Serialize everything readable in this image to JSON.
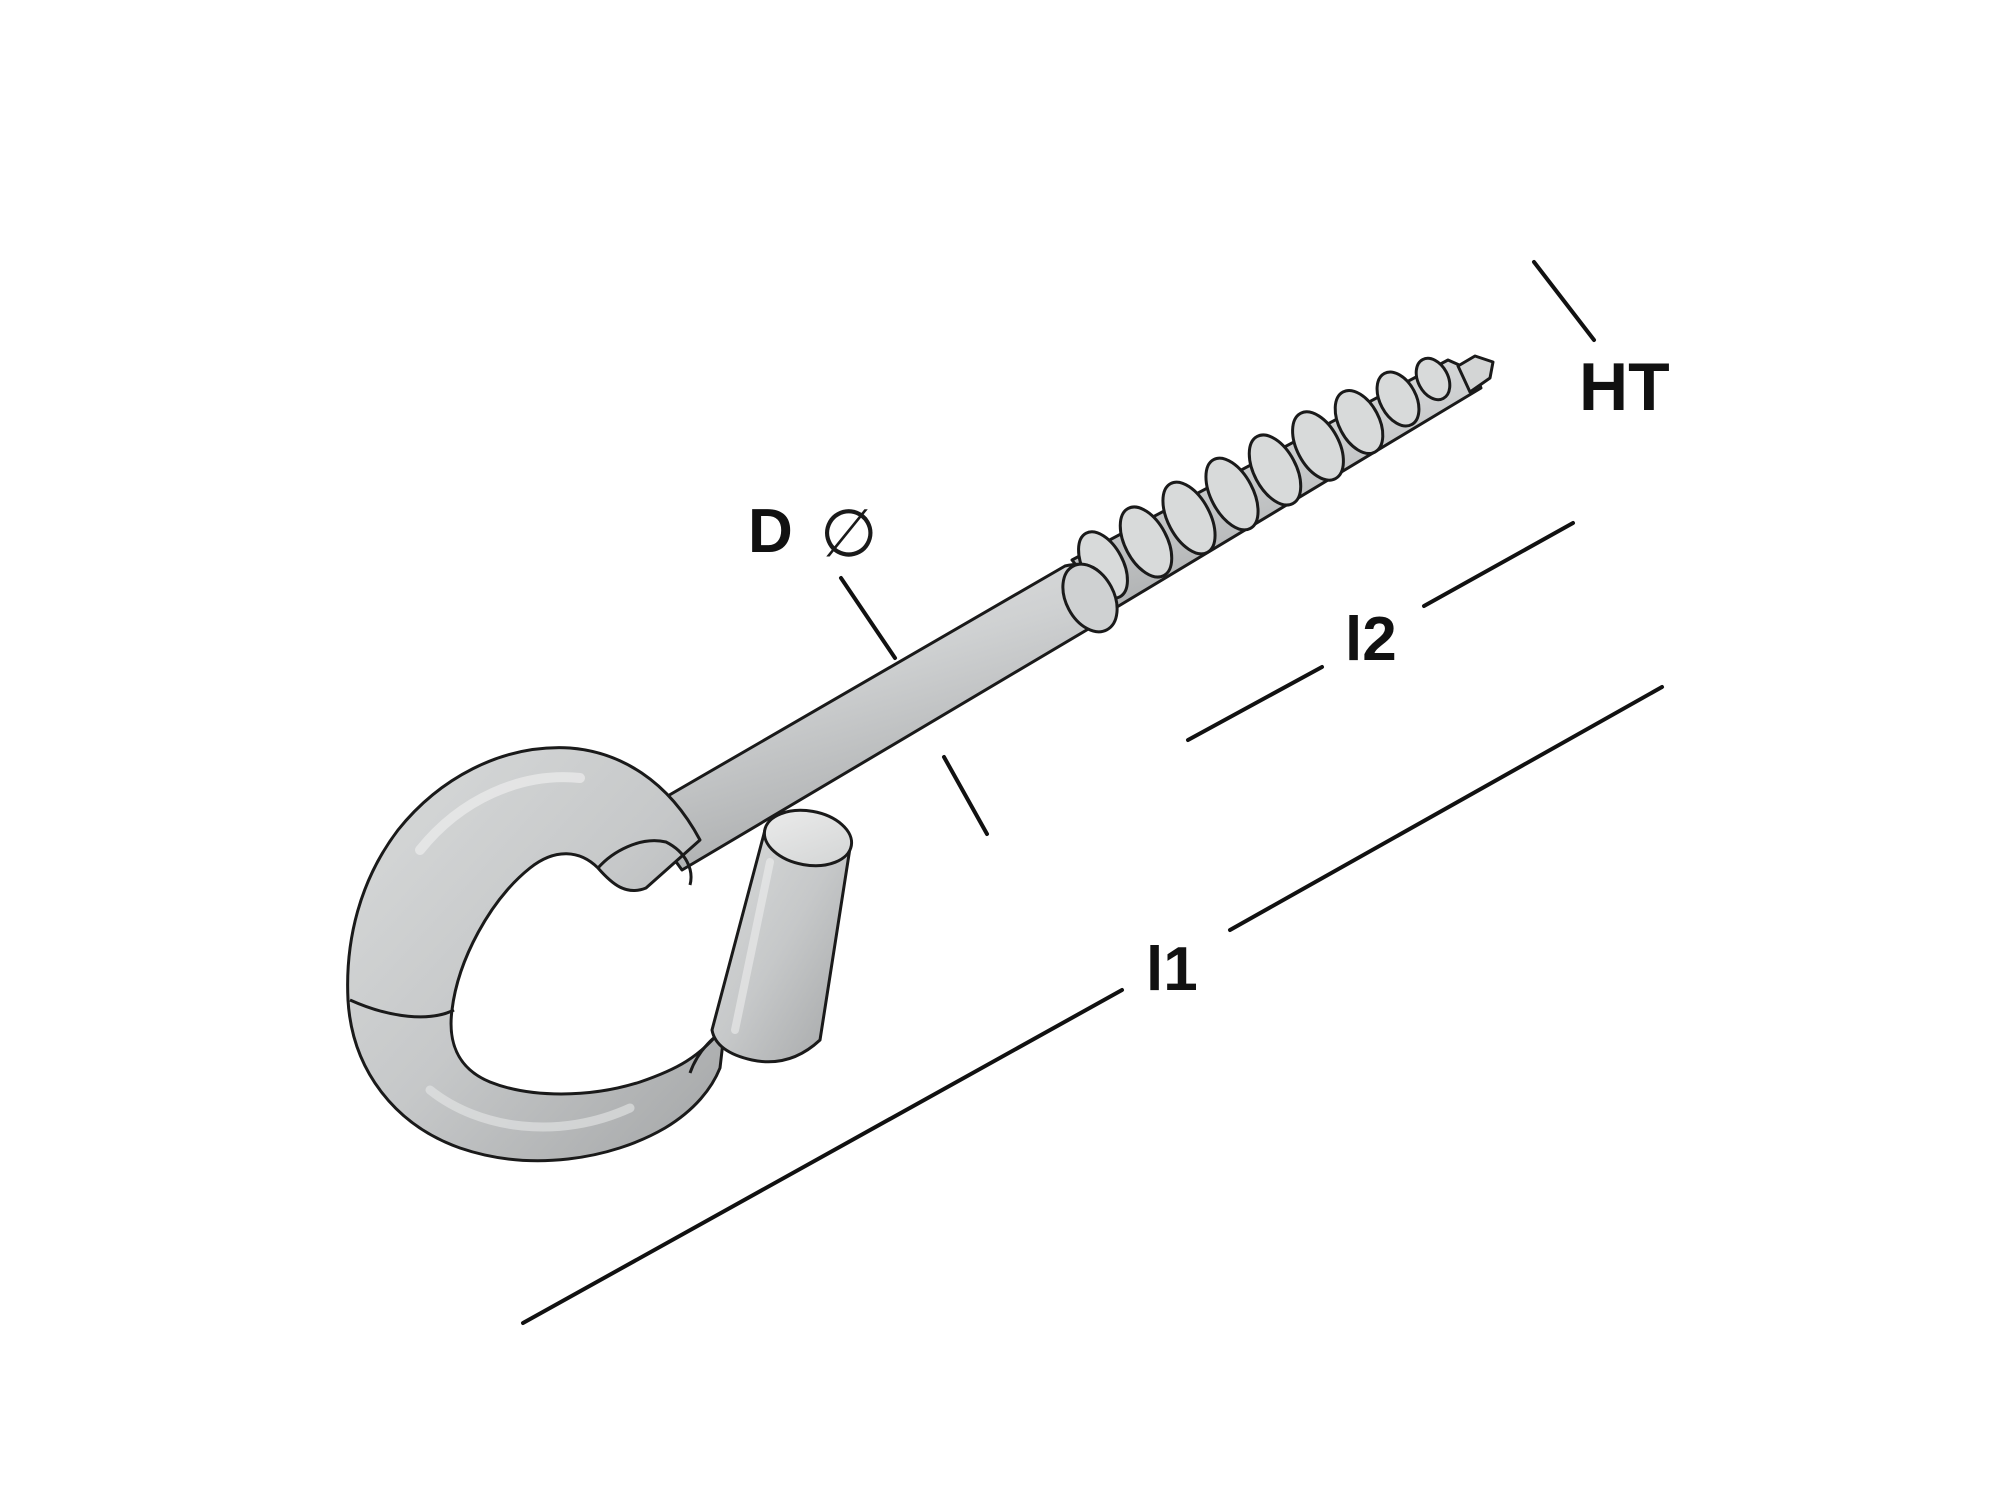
{
  "labels": {
    "diameter": "D",
    "diameter_symbol": "∅",
    "thread_type": "HT",
    "length_total": "l1",
    "length_thread": "l2"
  },
  "colors": {
    "metal": "#c9cbcc",
    "metal_light": "#e2e3e3",
    "metal_dark": "#a9abac",
    "line": "#111111",
    "background": "#ffffff"
  }
}
